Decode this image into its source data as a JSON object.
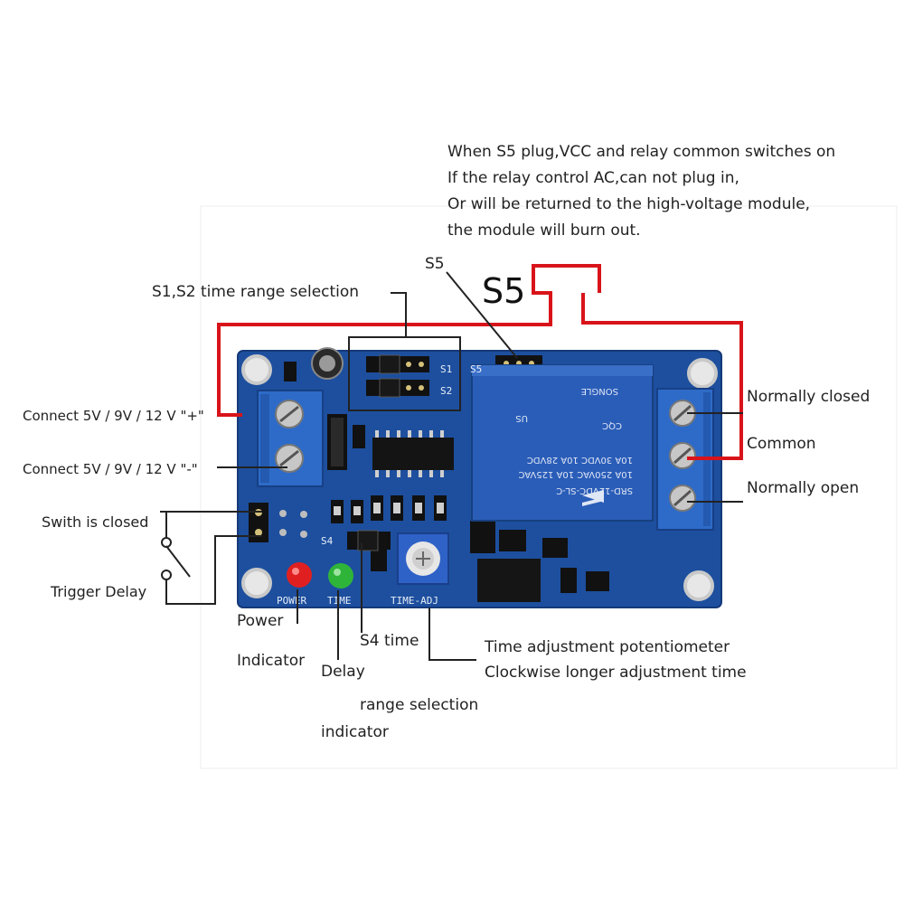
{
  "warning": {
    "line1": "When S5 plug,VCC and relay common switches on",
    "line2": "If the relay control AC,can not plug in,",
    "line3": "Or will be returned to the high-voltage module,",
    "line4": "the module will burn out."
  },
  "labels": {
    "s5_small": "S5",
    "s5_big": "S5",
    "s1s2": "S1,S2 time range selection",
    "plus": "Connect  5V / 9V / 12 V  \"+\"",
    "minus": "Connect  5V / 9V / 12 V  \"-\"",
    "switch_closed": "Swith is closed",
    "trigger_delay": "Trigger Delay",
    "power1": "Power",
    "power2": "Indicator",
    "delay": "Delay",
    "s4time": "S4 time",
    "range_sel": "range selection",
    "indicator": "indicator",
    "pot1": "Time adjustment potentiometer",
    "pot2": "Clockwise longer adjustment time",
    "nc": "Normally closed",
    "common": "Common",
    "no": "Normally open"
  },
  "board": {
    "silk_s1": "S1",
    "silk_s2": "S2",
    "silk_s5": "S5",
    "silk_s4": "S4",
    "silk_power": "POWER",
    "silk_time": "TIME",
    "silk_timeadj": "TIME-ADJ",
    "relay_line1": "SRD-12VDC-SL-C",
    "relay_line2": "10A 250VAC  10A 125VAC",
    "relay_line3": "10A 30VDC  10A 28VDC",
    "relay_brand": "SONGLE",
    "relay_us": "US",
    "relay_cqc": "CQC"
  },
  "colors": {
    "pcb": "#1d4f9e",
    "relay": "#2a5db8",
    "terminal": "#2e6bc8",
    "wire_red": "#d8141a",
    "led_red": "#e02020",
    "led_green": "#2fb43a"
  }
}
